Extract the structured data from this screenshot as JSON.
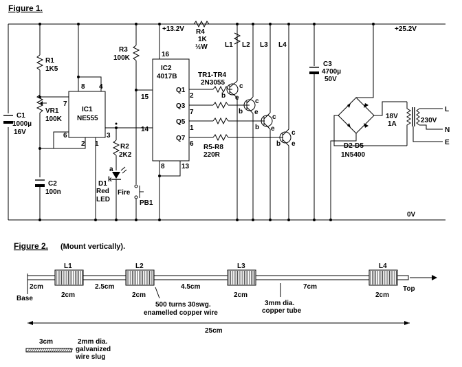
{
  "figure1": {
    "title": "Figure 1.",
    "rails": {
      "v13": "+13.2V",
      "v25": "+25.2V",
      "zero": "0V"
    },
    "r4": [
      "R4",
      "1K",
      "½W"
    ],
    "r1": [
      "R1",
      "1K5"
    ],
    "vr1": [
      "VR1",
      "100K"
    ],
    "c1": [
      "C1",
      "1000µ",
      "16V"
    ],
    "c2": [
      "C2",
      "100n"
    ],
    "ic1": [
      "IC1",
      "NE555"
    ],
    "ic1_pins": [
      "8",
      "4",
      "7",
      "6",
      "2",
      "1",
      "3"
    ],
    "r3": [
      "R3",
      "100K"
    ],
    "ic2": [
      "IC2",
      "4017B"
    ],
    "ic2_pins": [
      "16",
      "15",
      "14",
      "8",
      "13",
      "Q1",
      "2",
      "Q3",
      "7",
      "Q5",
      "1",
      "Q7",
      "6"
    ],
    "r2": [
      "R2",
      "2K2"
    ],
    "d1": [
      "D1",
      "Red",
      "LED",
      "a",
      "k"
    ],
    "fire": "Fire",
    "pb1": "PB1",
    "tr": [
      "TR1-TR4",
      "2N3055"
    ],
    "r58": [
      "R5-R8",
      "220R"
    ],
    "coils": [
      "L1",
      "L2",
      "L3",
      "L4"
    ],
    "bce": [
      "b",
      "c",
      "e"
    ],
    "c3": [
      "C3",
      "4700µ",
      "50V"
    ],
    "bridge": [
      "D2-D5",
      "1N5400"
    ],
    "xfmr": [
      "18V",
      "1A",
      "230V"
    ],
    "mains": [
      "L",
      "N",
      "E"
    ]
  },
  "figure2": {
    "title": "Figure 2.",
    "subtitle": "(Mount vertically).",
    "coils": [
      "L1",
      "L2",
      "L3",
      "L4"
    ],
    "gaps": [
      "2cm",
      "2.5cm",
      "4.5cm",
      "7cm"
    ],
    "coil_len": [
      "2cm",
      "2cm",
      "2cm",
      "2cm"
    ],
    "base": "Base",
    "top": "Top",
    "wire_note": [
      "500 turns 30swg.",
      "enamelled copper wire"
    ],
    "tube_note": [
      "3mm dia.",
      "copper tube"
    ],
    "total": "25cm",
    "slug_len": "3cm",
    "slug_note": [
      "2mm dia.",
      "galvanized",
      "wire slug"
    ]
  }
}
